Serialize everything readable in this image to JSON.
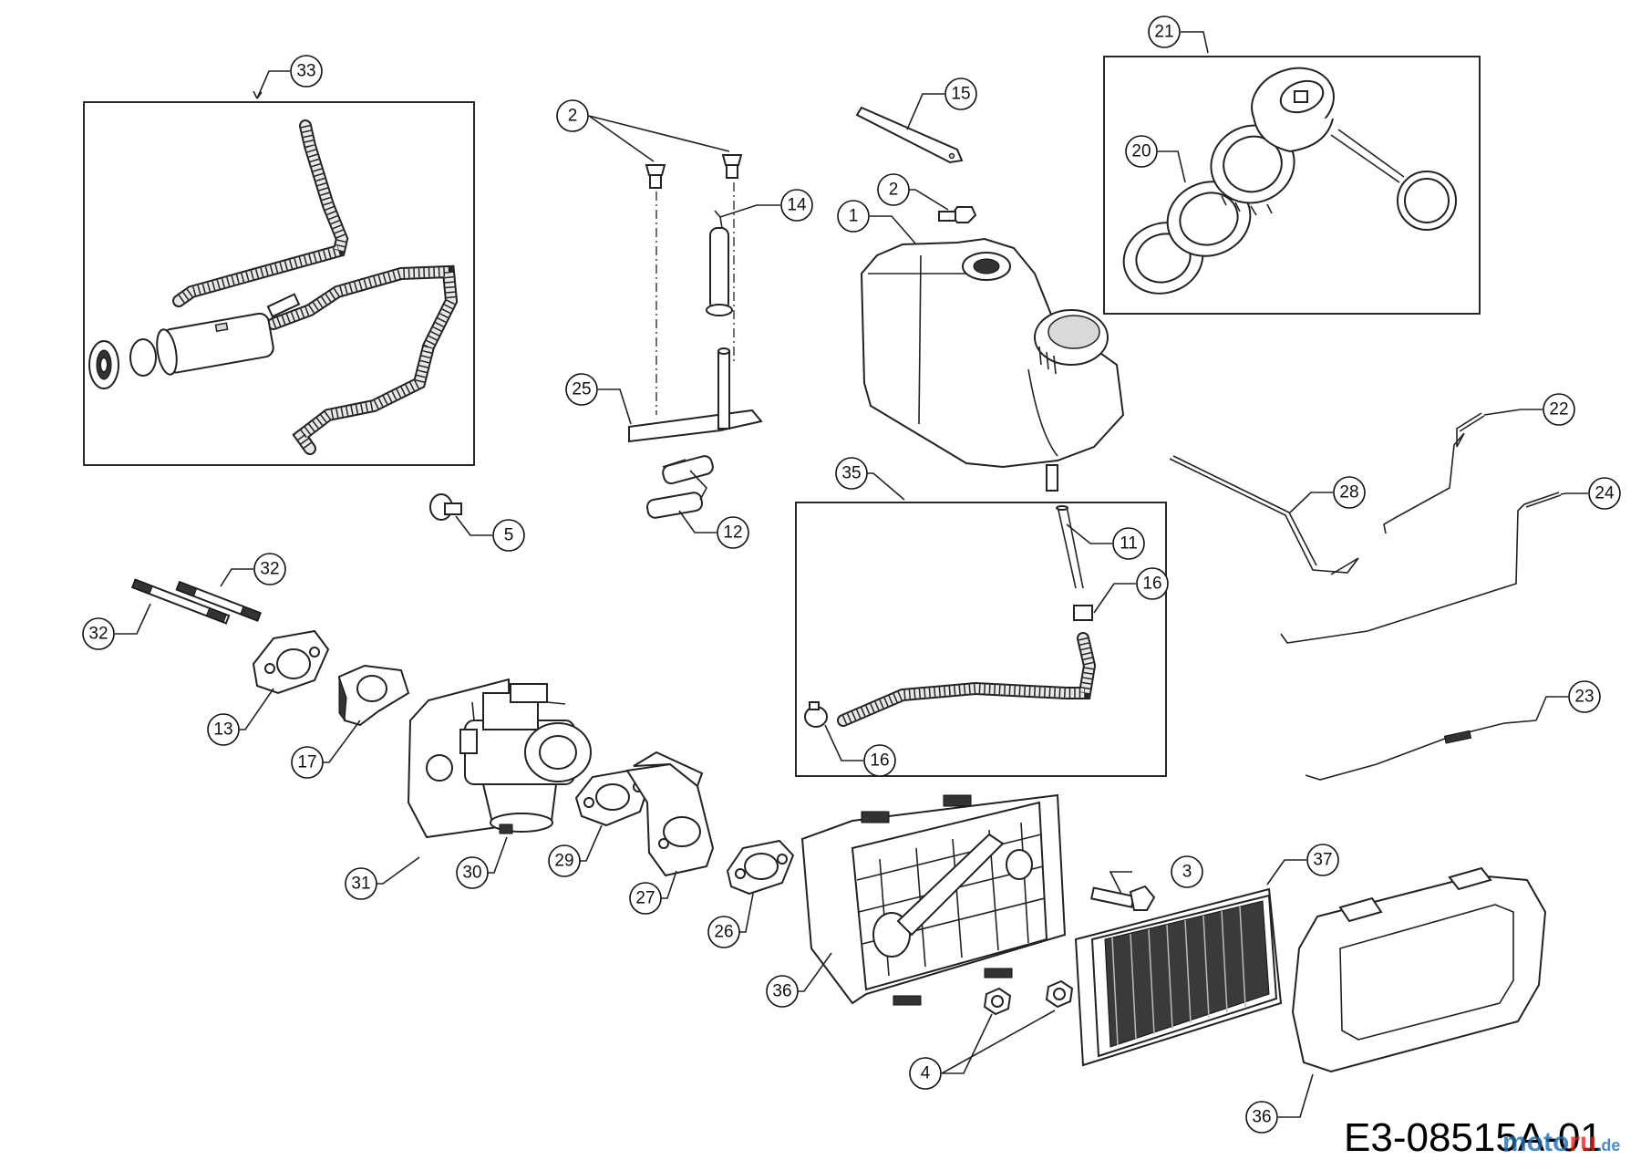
{
  "diagram": {
    "drawing_code": "E3-08515A-01",
    "watermark": {
      "part1": "moto",
      "part2": "ru",
      "part3": ".de",
      "color1": "#1f6fb5",
      "color2": "#e2231a"
    },
    "callouts": {
      "c33": "33",
      "c2a": "2",
      "c14": "14",
      "c15": "15",
      "c21": "21",
      "c20": "20",
      "c2b": "2",
      "c1": "1",
      "c25": "25",
      "c12": "12",
      "c5": "5",
      "c35": "35",
      "c11": "11",
      "c16a": "16",
      "c16b": "16",
      "c22": "22",
      "c28": "28",
      "c24": "24",
      "c23": "23",
      "c32a": "32",
      "c32b": "32",
      "c13": "13",
      "c17": "17",
      "c31": "31",
      "c30": "30",
      "c29": "29",
      "c27": "27",
      "c26": "26",
      "c36a": "36",
      "c36b": "36",
      "c3": "3",
      "c37": "37",
      "c4": "4"
    }
  }
}
